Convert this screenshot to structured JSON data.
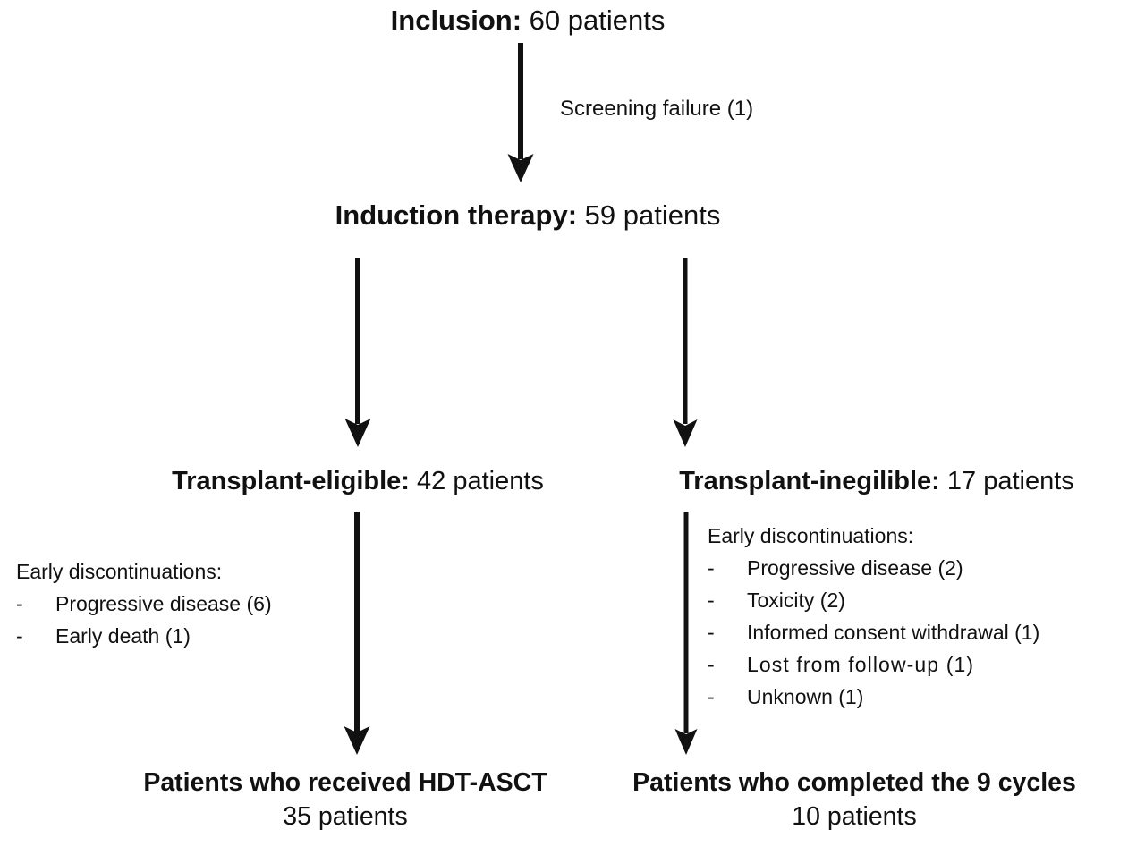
{
  "diagram": {
    "type": "patient-flow-chart",
    "background_color": "#ffffff",
    "ink_color": "#111111"
  },
  "nodes": {
    "inclusion": {
      "label": "Inclusion:",
      "value": "60 patients"
    },
    "induction": {
      "label": "Induction therapy:",
      "value": "59 patients"
    },
    "transplant_eligible": {
      "label": "Transplant-eligible:",
      "value": "42 patients"
    },
    "transplant_ineligible": {
      "label": "Transplant-inegilible:",
      "value": "17 patients"
    },
    "hdt_asct": {
      "title": "Patients who received HDT-ASCT",
      "subtitle": "35 patients"
    },
    "completed_cycles": {
      "title": "Patients who completed the 9 cycles",
      "subtitle": "10 patients"
    }
  },
  "edge_notes": {
    "screening_failure": "Screening failure (1)"
  },
  "discontinuations_left": {
    "heading": "Early discontinuations:",
    "bullet": "-",
    "items": [
      "Progressive disease (6)",
      "Early death (1)"
    ]
  },
  "discontinuations_right": {
    "heading": "Early discontinuations:",
    "bullet": "-",
    "items": [
      "Progressive disease (2)",
      "Toxicity (2)",
      "Informed consent withdrawal (1)",
      "Lost from  follow-up (1)",
      "Unknown (1)"
    ]
  },
  "arrows": [
    {
      "name": "inclusion-to-induction",
      "from": "inclusion",
      "to": "induction"
    },
    {
      "name": "induction-to-eligible",
      "from": "induction",
      "to": "transplant_eligible"
    },
    {
      "name": "induction-to-ineligible",
      "from": "induction",
      "to": "transplant_ineligible"
    },
    {
      "name": "eligible-to-hdt-asct",
      "from": "transplant_eligible",
      "to": "hdt_asct"
    },
    {
      "name": "ineligible-to-completed",
      "from": "transplant_ineligible",
      "to": "completed_cycles"
    }
  ]
}
